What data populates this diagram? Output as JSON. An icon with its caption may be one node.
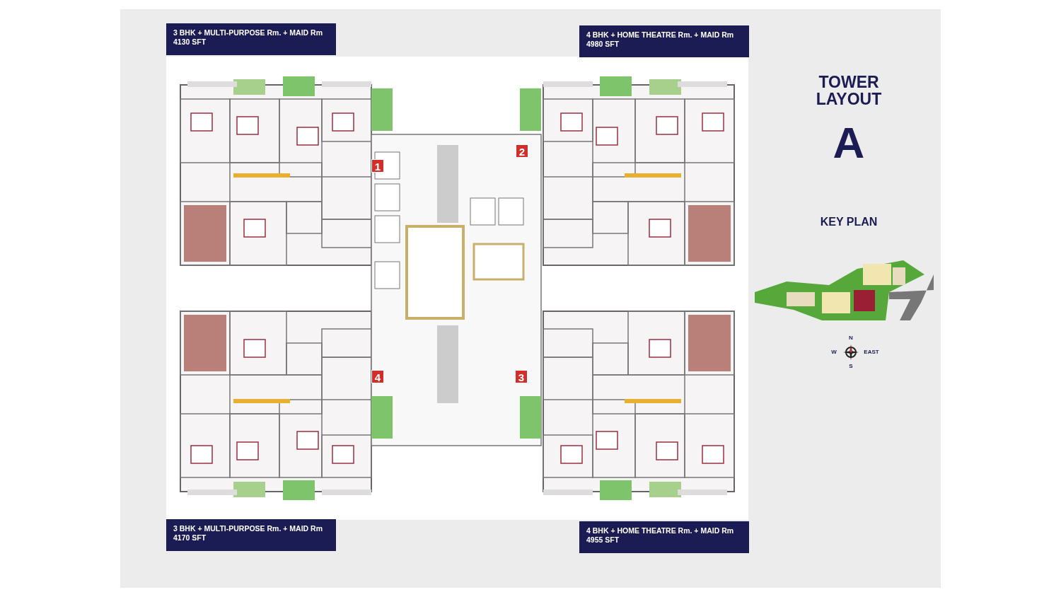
{
  "diagram": {
    "title": "TOWER LAYOUT",
    "nodes": [
      {
        "text": [
          "3 BHK + MULTI-PURPOSE Rm. + MAID Rm",
          "4130 SFT"
        ]
      },
      {
        "text": [
          "4 BHK + HOME THEATRE Rm. + MAID Rm",
          "4980 SFT"
        ]
      },
      {
        "text": [
          "3 BHK + MULTI-PURPOSE Rm. + MAID Rm",
          "4170 SFT"
        ]
      },
      {
        "text": [
          "4 BHK + HOME THEATRE Rm. + MAID Rm",
          "4955 SFT"
        ]
      },
      {
        "text": [
          "1"
        ]
      },
      {
        "text": [
          "2"
        ]
      },
      {
        "text": [
          "4"
        ]
      },
      {
        "text": [
          "3"
        ]
      }
    ],
    "edges": [],
    "labels": [
      "A",
      "KEY PLAN",
      "N",
      "W",
      "EAST",
      "S"
    ]
  }
}
